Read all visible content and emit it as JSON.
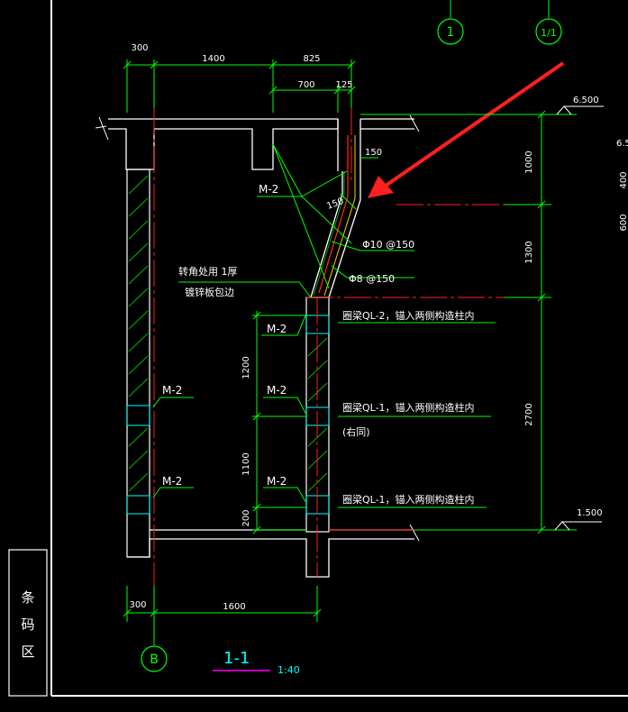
{
  "colors": {
    "background": "#000000",
    "structure": "#ffffff",
    "dimension": "#00ff00",
    "centerline": "#ff2020",
    "hatch": "#00c000",
    "annotation": "#ffffff",
    "level": "#ffffff",
    "arrow": "#ff2020",
    "title_cyan": "#00ffff",
    "title_magenta": "#ff00ff",
    "axis_bubble": "#00ff00"
  },
  "axis_labels": {
    "axis_1": "1",
    "axis_1_1": "1/1",
    "axis_b": "B"
  },
  "dimensions": {
    "top_300": "300",
    "top_1400": "1400",
    "top_825": "825",
    "top_700": "700",
    "top_125": "125",
    "d_150": "150",
    "d_150b": "150",
    "right_1000": "1000",
    "right_1300": "1300",
    "right_2700": "2700",
    "left_1200": "1200",
    "left_1100": "1100",
    "left_200": "200",
    "bottom_300": "300",
    "bottom_1600": "1600",
    "far_400": "400",
    "far_600": "600"
  },
  "levels": {
    "top": "6.500",
    "top_partial": "6.5",
    "bottom": "1.500"
  },
  "annotations": {
    "m2_a": "M-2",
    "m2_b": "M-2",
    "m2_c": "M-2",
    "m2_d": "M-2",
    "m2_e": "M-2",
    "m2_f": "M-2",
    "rebar_1": "Φ10 @150",
    "rebar_2": "Φ8 @150",
    "corner_note_1": "转角处用 1厚",
    "corner_note_2": "镀锌板包边",
    "ql2": "圈梁QL-2，锚入两侧构造柱内",
    "ql1_a": "圈梁QL-1，锚入两侧构造柱内",
    "ql1_same": "(右同)",
    "ql1_b": "圈梁QL-1，锚入两侧构造柱内"
  },
  "title": {
    "section": "1-1",
    "scale": "1:40"
  },
  "side_box": {
    "chars": [
      "条",
      "码",
      "区"
    ]
  }
}
